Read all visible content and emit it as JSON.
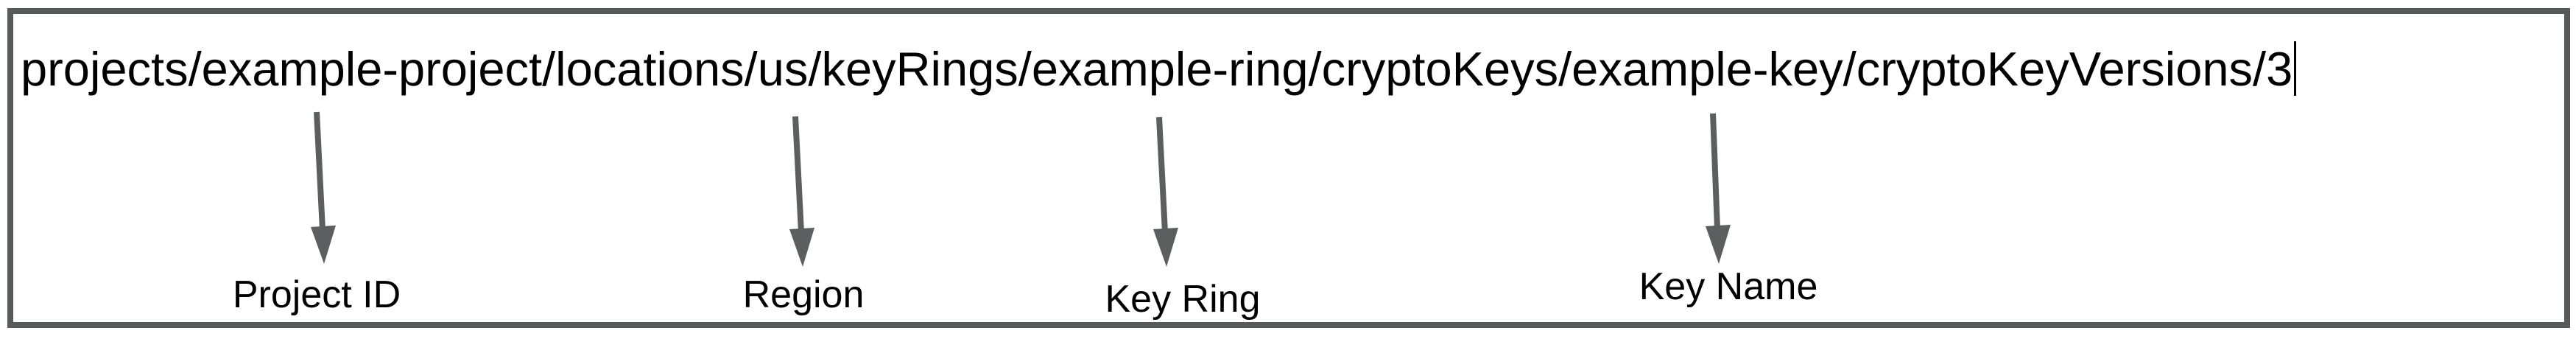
{
  "diagram": {
    "resource_path": "projects/example-project/locations/us/keyRings/example-ring/cryptoKeys/example-key/cryptoKeyVersions/3",
    "cursor_visible": true,
    "annotations": [
      {
        "label": "Project ID",
        "points_to_segment": "example-project"
      },
      {
        "label": "Region",
        "points_to_segment": "us"
      },
      {
        "label": "Key Ring",
        "points_to_segment": "example-ring"
      },
      {
        "label": "Key Name",
        "points_to_segment": "example-key"
      }
    ],
    "colors": {
      "border": "#58595b",
      "arrow": "#5c5e60",
      "text": "#000000",
      "background": "#ffffff"
    }
  }
}
